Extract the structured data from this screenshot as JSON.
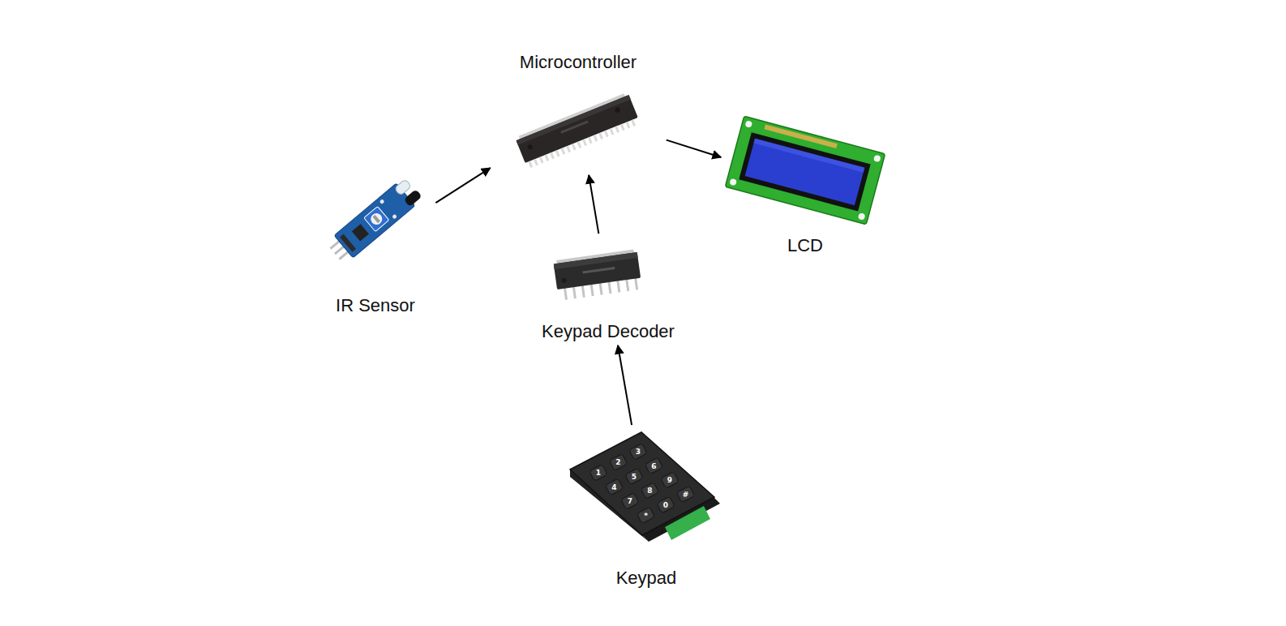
{
  "diagram": {
    "nodes": [
      {
        "text": [
          "Microcontroller"
        ]
      },
      {
        "text": [
          "IR Sensor"
        ]
      },
      {
        "text": [
          "LCD"
        ]
      },
      {
        "text": [
          "Keypad Decoder"
        ]
      },
      {
        "text": [
          "Keypad"
        ]
      }
    ],
    "edges": [
      {
        "from": 1,
        "to": 0,
        "arrow": "to"
      },
      {
        "from": 0,
        "to": 2,
        "arrow": "to"
      },
      {
        "from": 3,
        "to": 0,
        "arrow": "to"
      },
      {
        "from": 4,
        "to": 3,
        "arrow": "to"
      }
    ],
    "labels": [
      "1",
      "2",
      "3",
      "4",
      "5",
      "6",
      "7",
      "8",
      "9",
      "*",
      "0",
      "#"
    ]
  }
}
